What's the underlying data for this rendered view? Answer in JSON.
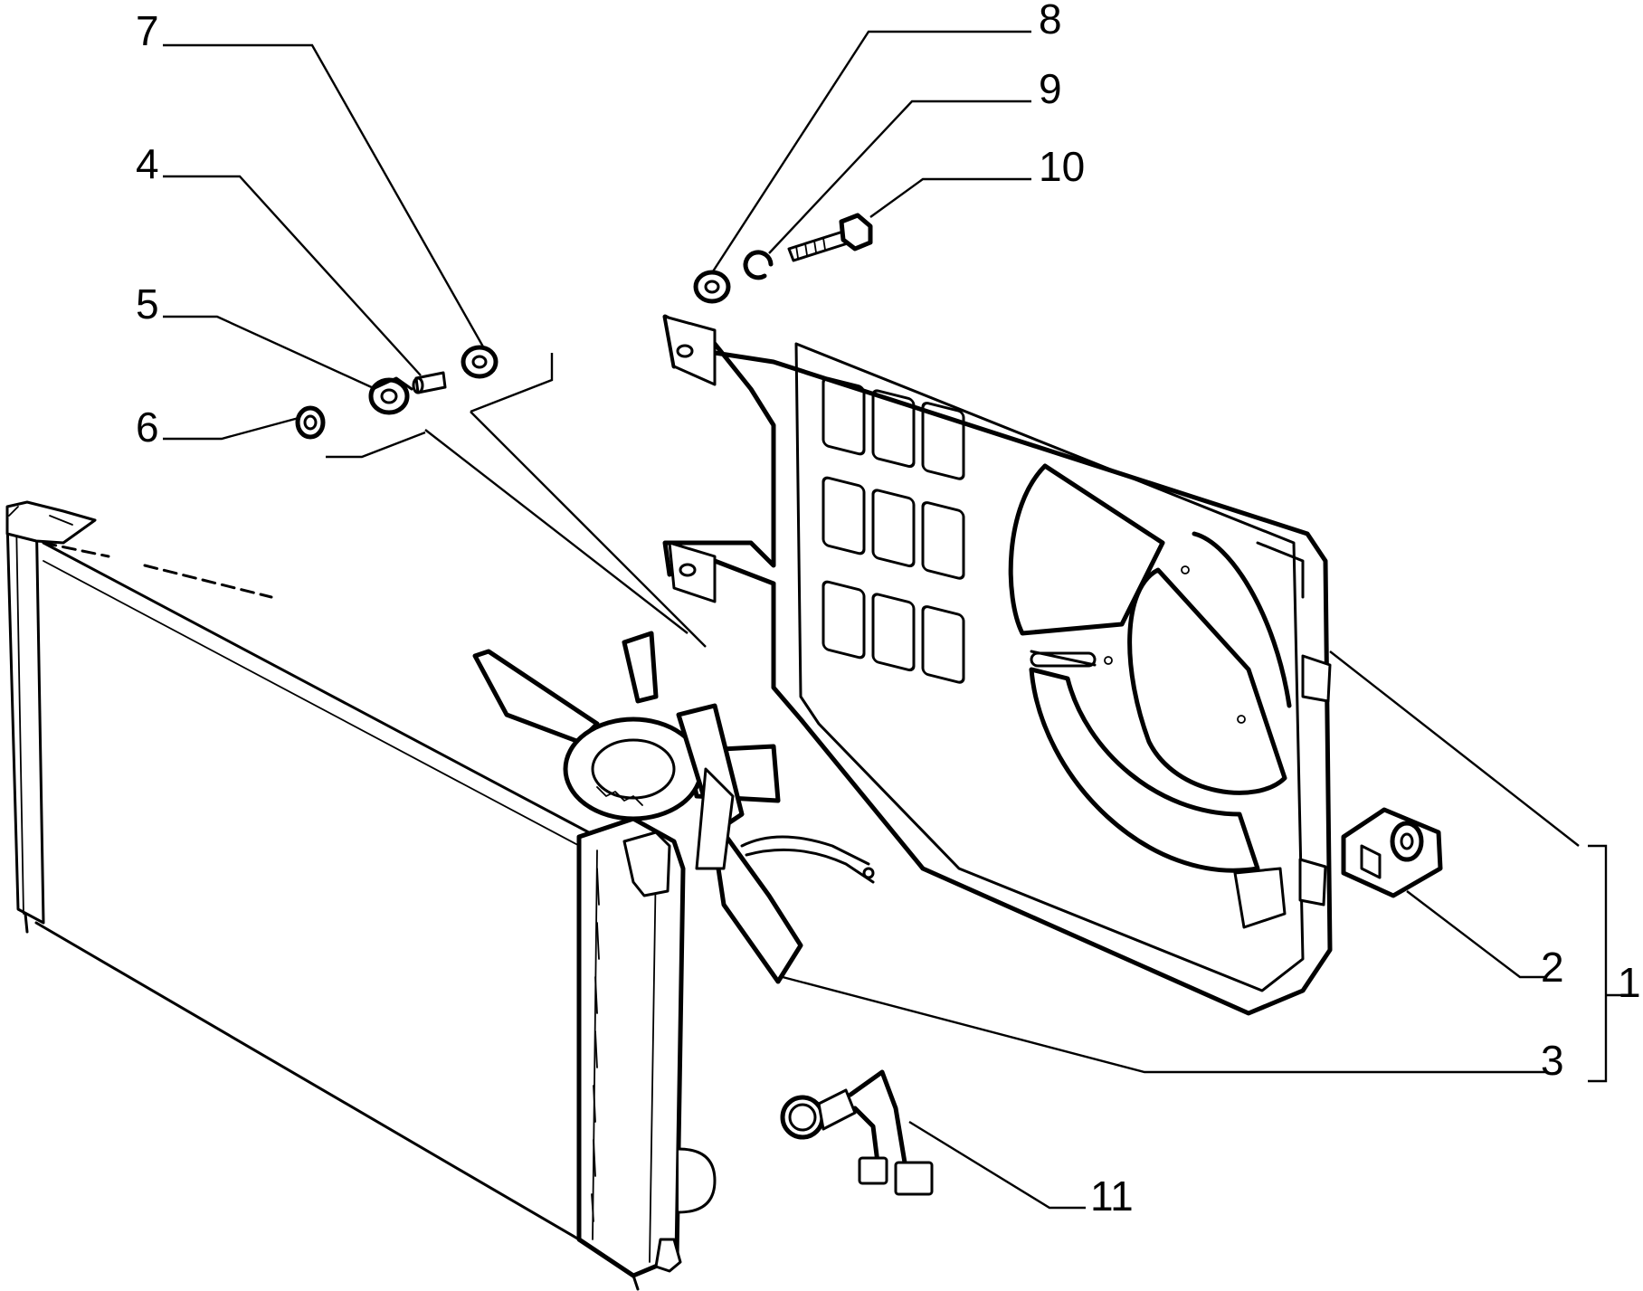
{
  "callouts": {
    "c1": "1",
    "c2": "2",
    "c3": "3",
    "c4": "4",
    "c5": "5",
    "c6": "6",
    "c7": "7",
    "c8": "8",
    "c9": "9",
    "c10": "10",
    "c11": "11"
  },
  "parts": {
    "p1": "fan-shroud-assembly-icon",
    "p2": "rubber-mount-icon",
    "p3": "fan-motor-icon",
    "p4": "stud-icon",
    "p5": "grommet-icon",
    "p6": "washer-icon",
    "p7": "nut-icon",
    "p8": "washer-icon",
    "p9": "spring-washer-icon",
    "p10": "bolt-icon",
    "p11": "thermo-switch-icon"
  },
  "colors": {
    "line": "#000000",
    "background": "#ffffff"
  }
}
